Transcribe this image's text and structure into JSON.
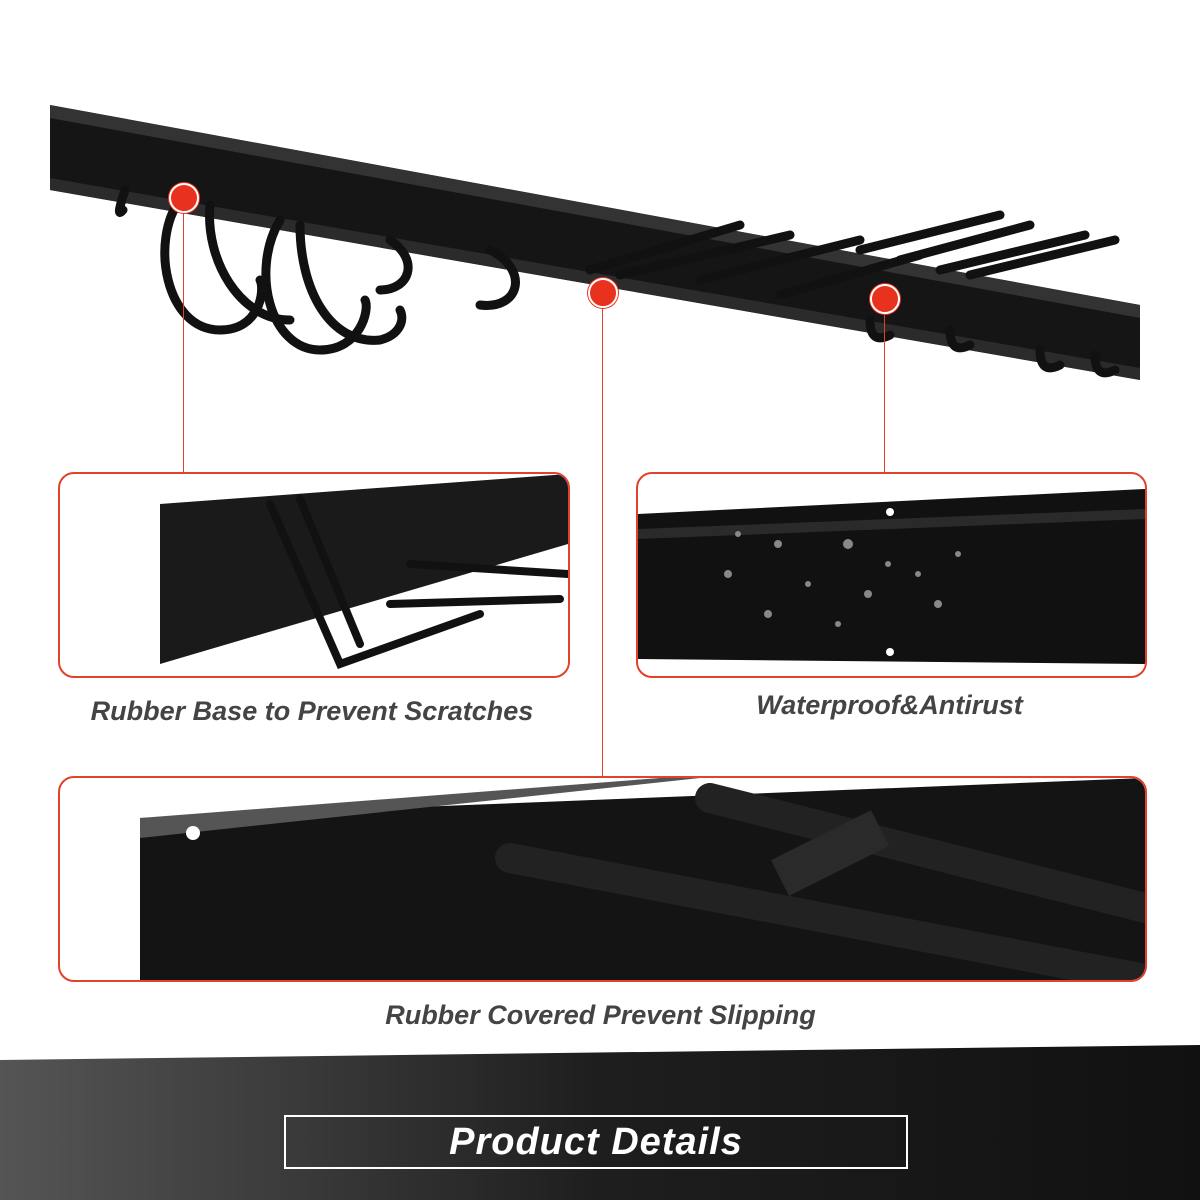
{
  "features": [
    {
      "caption": "Rubber Base to Prevent Scratches"
    },
    {
      "caption": "Waterproof&Antirust"
    },
    {
      "caption": "Rubber Covered Prevent Slipping"
    }
  ],
  "banner": {
    "title": "Product Details"
  },
  "colors": {
    "accent": "#e2412a",
    "product": "#1a1a1a",
    "banner": "#1c1c1c"
  }
}
